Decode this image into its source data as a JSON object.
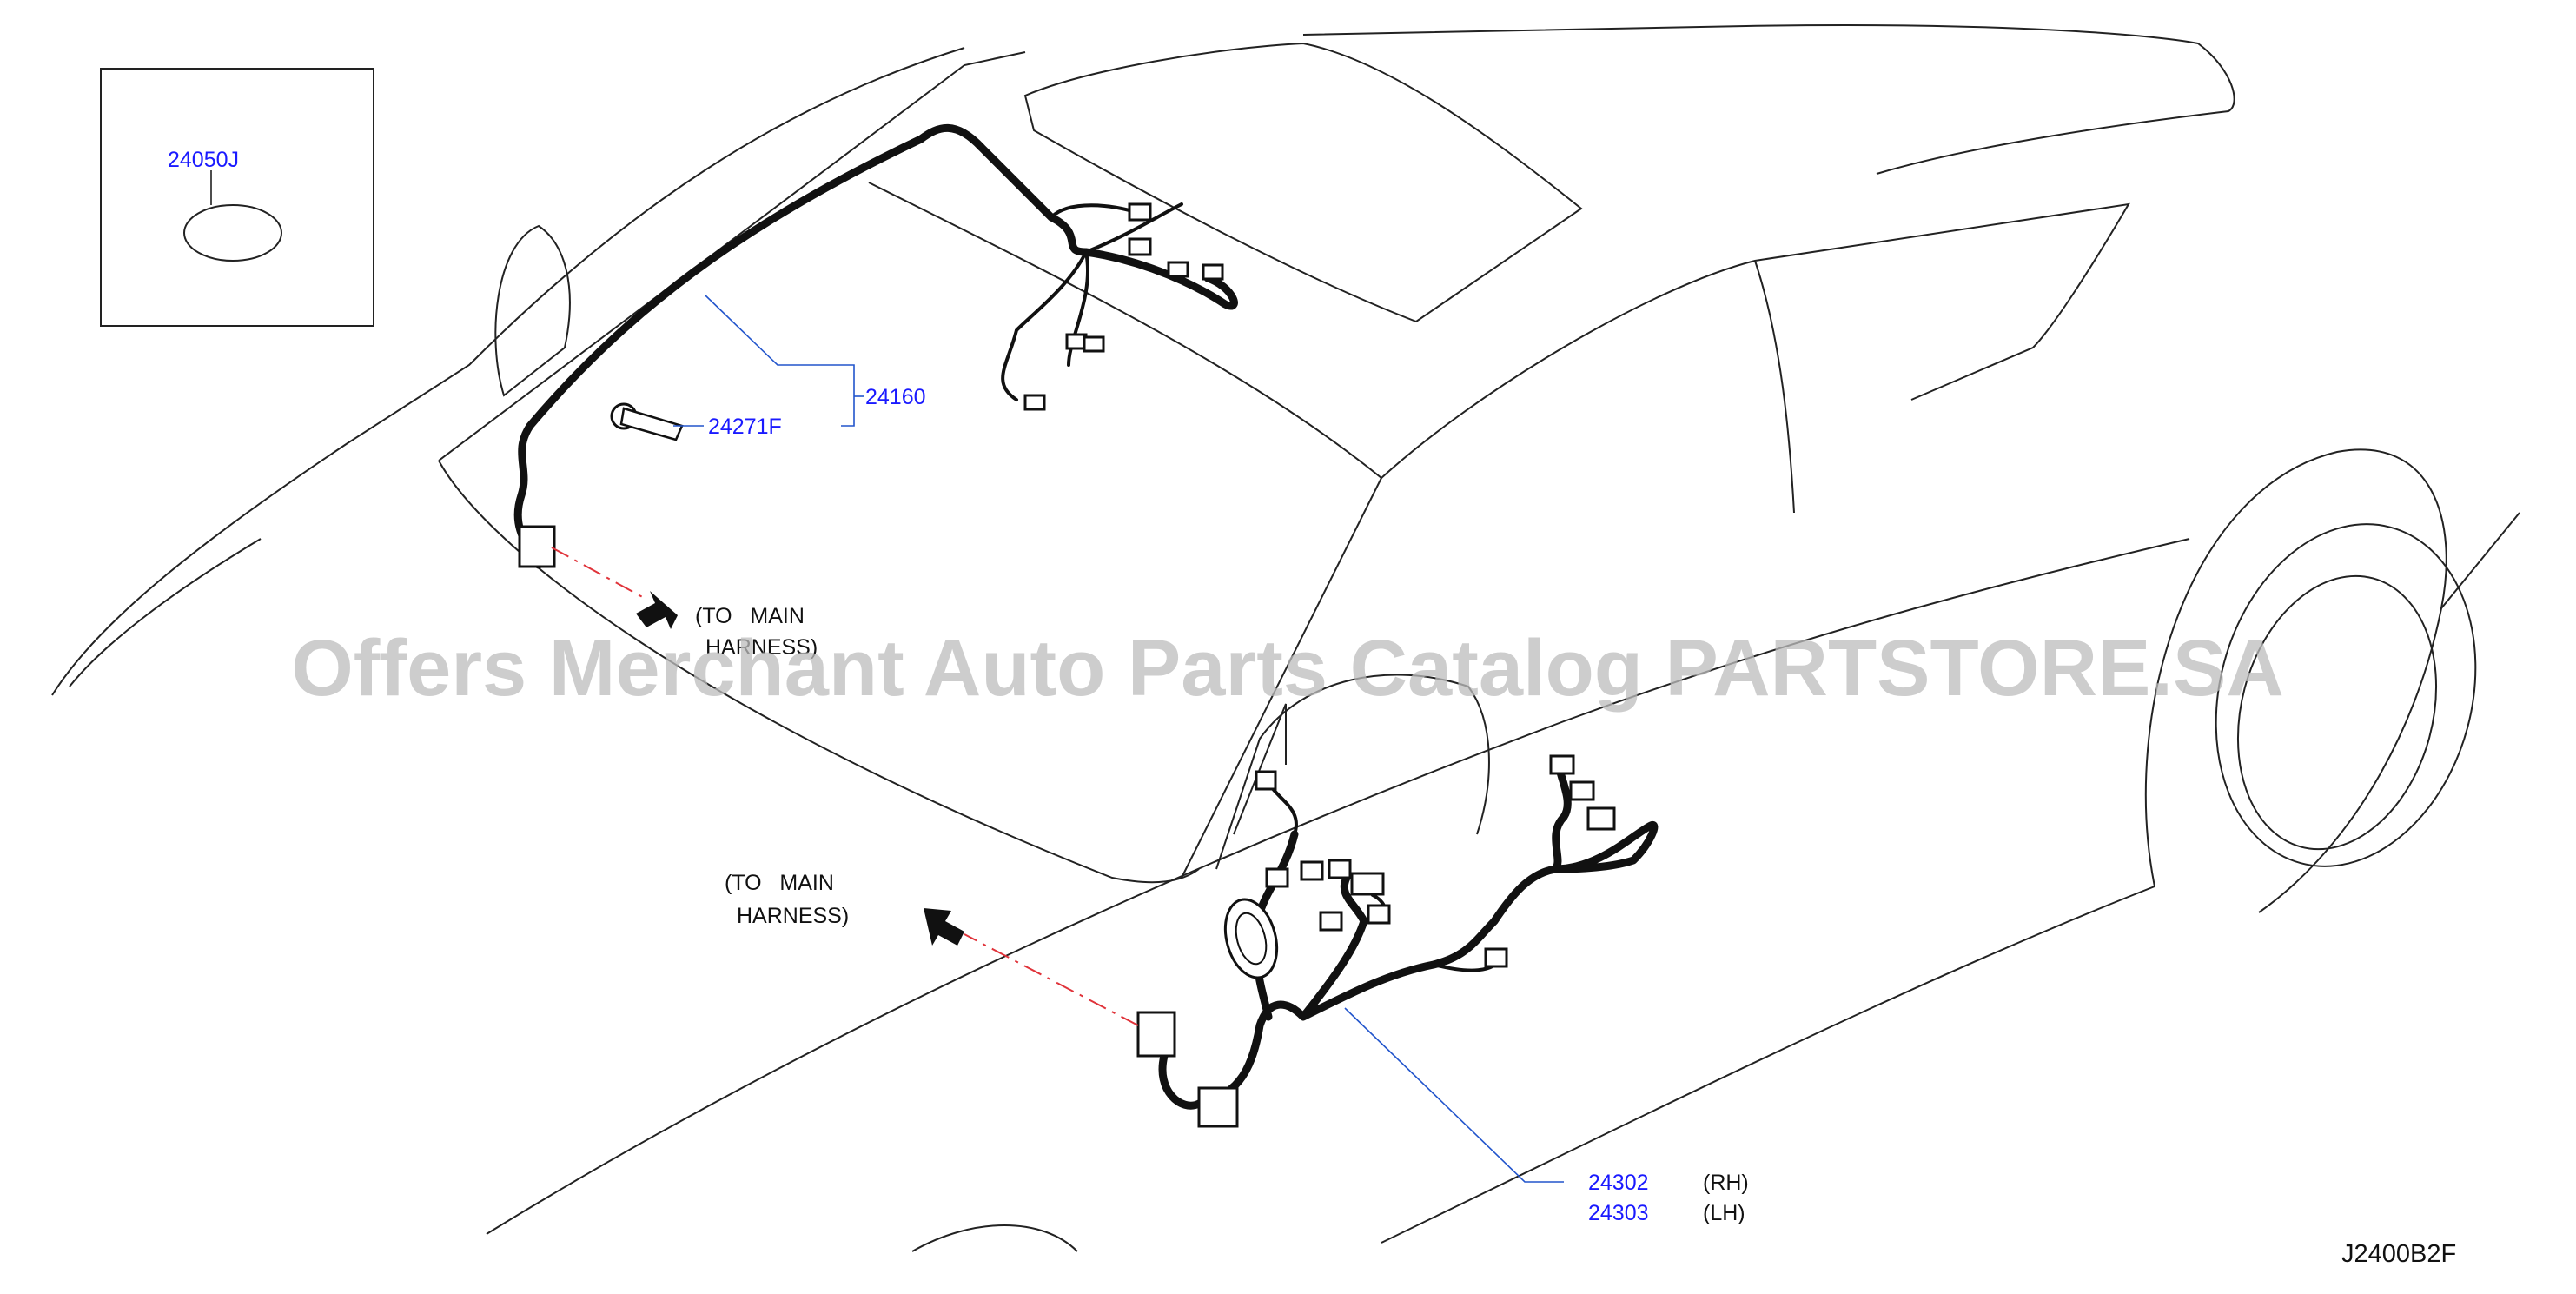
{
  "inset_part": "24050J",
  "parts": {
    "roof_harness": "24160",
    "clip": "24271F",
    "door_rh": "24302",
    "door_lh": "24303"
  },
  "side_labels": {
    "rh": "(RH)",
    "lh": "(LH)"
  },
  "notes": {
    "upper_line1": "(TO   MAIN",
    "upper_line2": "HARNESS)",
    "lower_line1": "(TO   MAIN",
    "lower_line2": "HARNESS)"
  },
  "watermark": "Offers Merchant Auto Parts Catalog PARTSTORE.SA",
  "diagram_code": "J2400B2F",
  "colors": {
    "label": "#1a1aff",
    "leader": "#2255cc",
    "dash": "#e0333a",
    "line": "#222222"
  }
}
